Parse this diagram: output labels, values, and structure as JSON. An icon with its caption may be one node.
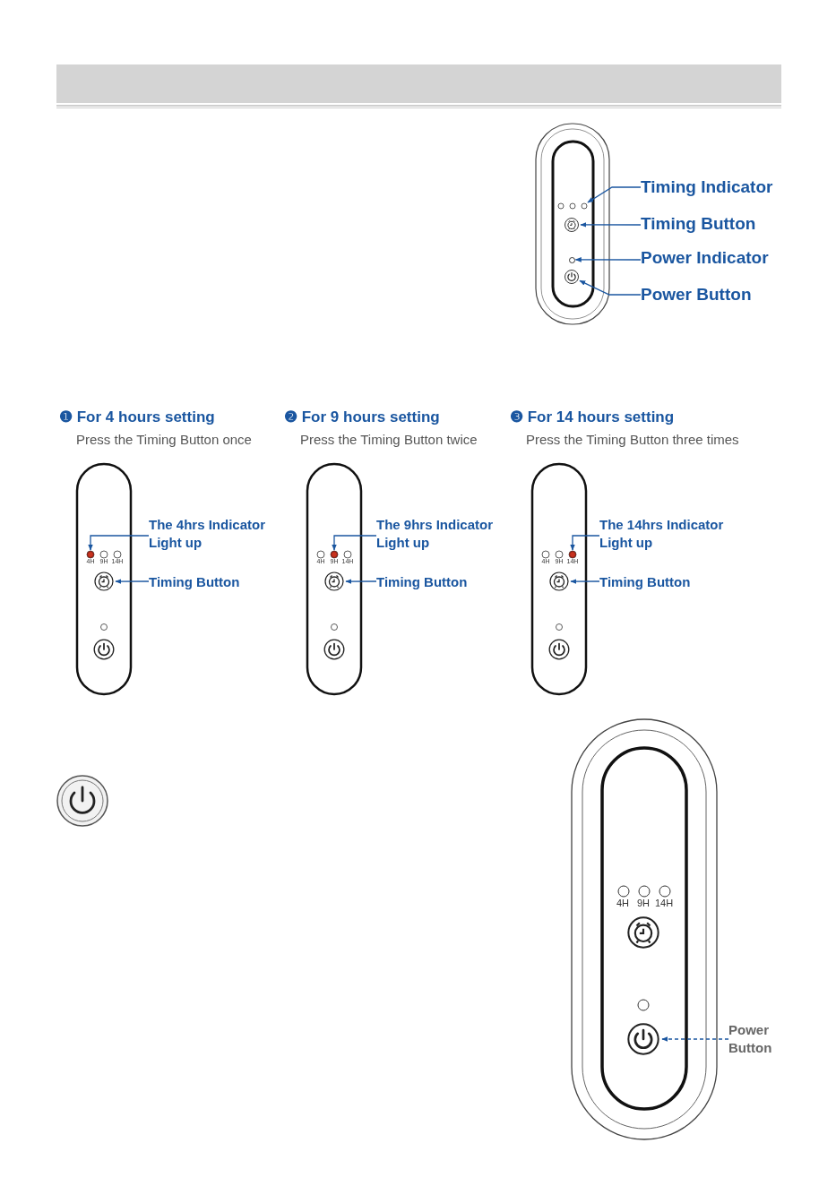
{
  "diagram": {
    "nodes": [
      {
        "text": [
          "Timing Indicator"
        ]
      },
      {
        "text": [],
        "shape": "circle"
      },
      {
        "text": [
          "Timing Button"
        ]
      },
      {
        "text": [],
        "shape": "circle"
      },
      {
        "text": [
          "Power Indicator"
        ]
      },
      {
        "text": [],
        "shape": "circle"
      },
      {
        "text": [
          "Power Button"
        ]
      },
      {
        "text": [],
        "shape": "circle"
      },
      {
        "text": [
          "The 4hrs Indicator Light up"
        ]
      },
      {
        "text": [],
        "shape": "circle"
      },
      {
        "text": [
          "Timing Button"
        ]
      },
      {
        "text": [],
        "shape": "circle"
      },
      {
        "text": [
          "The 9hrs Indicator Light up"
        ]
      },
      {
        "text": [],
        "shape": "circle"
      },
      {
        "text": [
          "Timing Button"
        ]
      },
      {
        "text": [],
        "shape": "circle"
      },
      {
        "text": [
          "The 14hrs Indicator Light up"
        ]
      },
      {
        "text": [],
        "shape": "circle"
      },
      {
        "text": [
          "Timing Button"
        ]
      },
      {
        "text": [],
        "shape": "circle"
      },
      {
        "text": [
          "Power Button"
        ]
      },
      {
        "text": [],
        "shape": "circle"
      }
    ],
    "edges": [
      {
        "from": 0,
        "to": 1,
        "arrow": "to"
      },
      {
        "from": 2,
        "to": 3,
        "arrow": "to"
      },
      {
        "from": 4,
        "to": 5,
        "arrow": "to"
      },
      {
        "from": 6,
        "to": 7,
        "arrow": "to"
      },
      {
        "from": 8,
        "to": 9,
        "arrow": "to"
      },
      {
        "from": 10,
        "to": 11,
        "arrow": "to"
      },
      {
        "from": 12,
        "to": 13,
        "arrow": "to"
      },
      {
        "from": 14,
        "to": 15,
        "arrow": "to"
      },
      {
        "from": 16,
        "to": 17,
        "arrow": "to"
      },
      {
        "from": 18,
        "to": 19,
        "arrow": "to"
      },
      {
        "from": 20,
        "to": 21,
        "arrow": "to",
        "style": "dashed"
      }
    ],
    "labels": [
      "❶ For 4 hours setting",
      "❷ For 9 hours setting",
      "❸ For 14 hours setting",
      "Press the Timing Button once",
      "Press the Timing Button twice",
      "Press the Timing Button three times",
      "4H",
      "9H",
      "14H",
      "4H",
      "9H",
      "14H",
      "4H",
      "9H",
      "14H",
      "4H",
      "9H",
      "14H"
    ]
  }
}
